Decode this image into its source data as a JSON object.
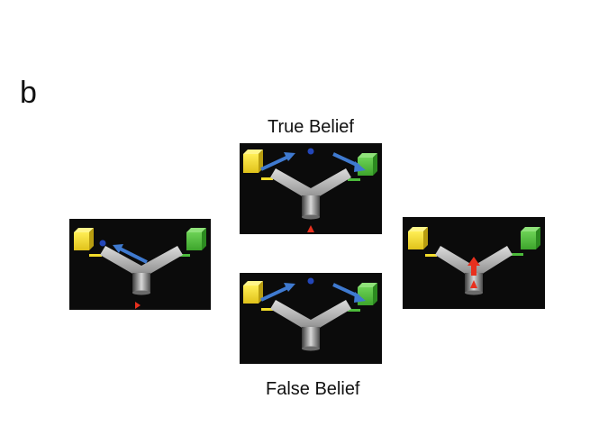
{
  "figure": {
    "panel_letter": "b",
    "true_belief_title": "True Belief",
    "false_belief_title": "False Belief"
  },
  "colors": {
    "background": "#0b0b0b",
    "yellow_box": "#f2dc2a",
    "green_box": "#4cbb3b",
    "agent_dot": "#2346b8",
    "blue_arrow": "#3f7ad0",
    "red_marker": "#e8301e"
  },
  "icons": [
    "yellow-box-icon",
    "green-box-icon",
    "y-tube-icon",
    "agent-dot-icon",
    "blue-arrow-icon",
    "red-triangle-icon",
    "red-up-arrow-icon"
  ]
}
